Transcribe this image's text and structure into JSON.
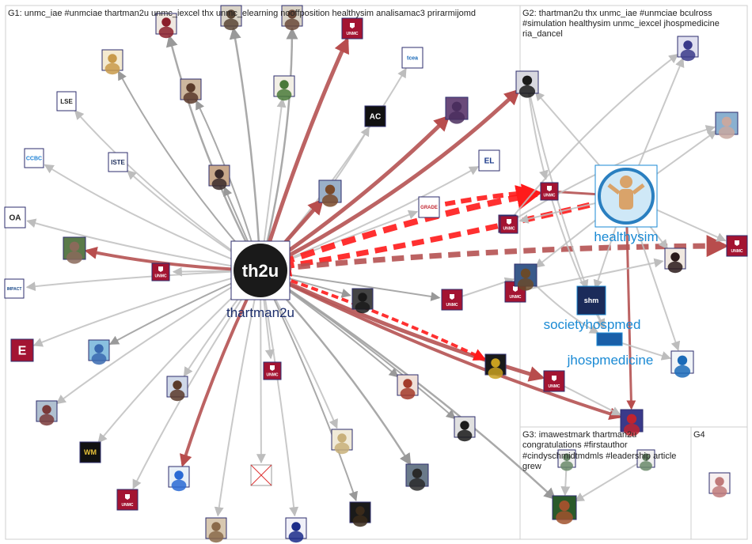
{
  "groups": [
    {
      "id": "G1",
      "lines": [
        "G1: unmc_iae #unmciae thartman2u unmc_iexcel thx unmc_elearning nooffposition healthysim analisamac3 prirarmijomd"
      ]
    },
    {
      "id": "G2",
      "lines": [
        "G2: thartman2u thx unmc_iae #unmciae bculross",
        "#simulation healthysim unmc_iexcel jhospmedicine",
        "ria_dancel"
      ]
    },
    {
      "id": "G3",
      "lines": [
        "G3: imawestmark thartman2u",
        "congratulations #firstauthor",
        "#cindyschmidtmdmls #leadership article",
        "grew"
      ]
    },
    {
      "id": "G4",
      "lines": [
        "G4"
      ]
    }
  ],
  "labels": {
    "hub": "thartman2u",
    "healthysim": "healthysim",
    "societyhospmed": "societyhospmed",
    "jhospmedicine": "jhospmedicine"
  },
  "node_text": {
    "hub": "th2u",
    "unmc": "UNMC",
    "lse": "LSE",
    "iste": "ISTE",
    "oa": "OA",
    "e": "E",
    "ac": "AC",
    "el": "EL",
    "ccbc": "CCBC",
    "impact": "IMPACT",
    "wm": "WM",
    "grade": "GRADE",
    "tcea": "tcea",
    "shm": "shm"
  },
  "colors": {
    "gray_edge": "#bcbcbc",
    "dark_edge": "#9a9a9a",
    "red_edge": "#b04a4a",
    "bright_red": "#ff1a1a",
    "unmc": "#a31432",
    "label_blue": "#1a8ad4"
  }
}
